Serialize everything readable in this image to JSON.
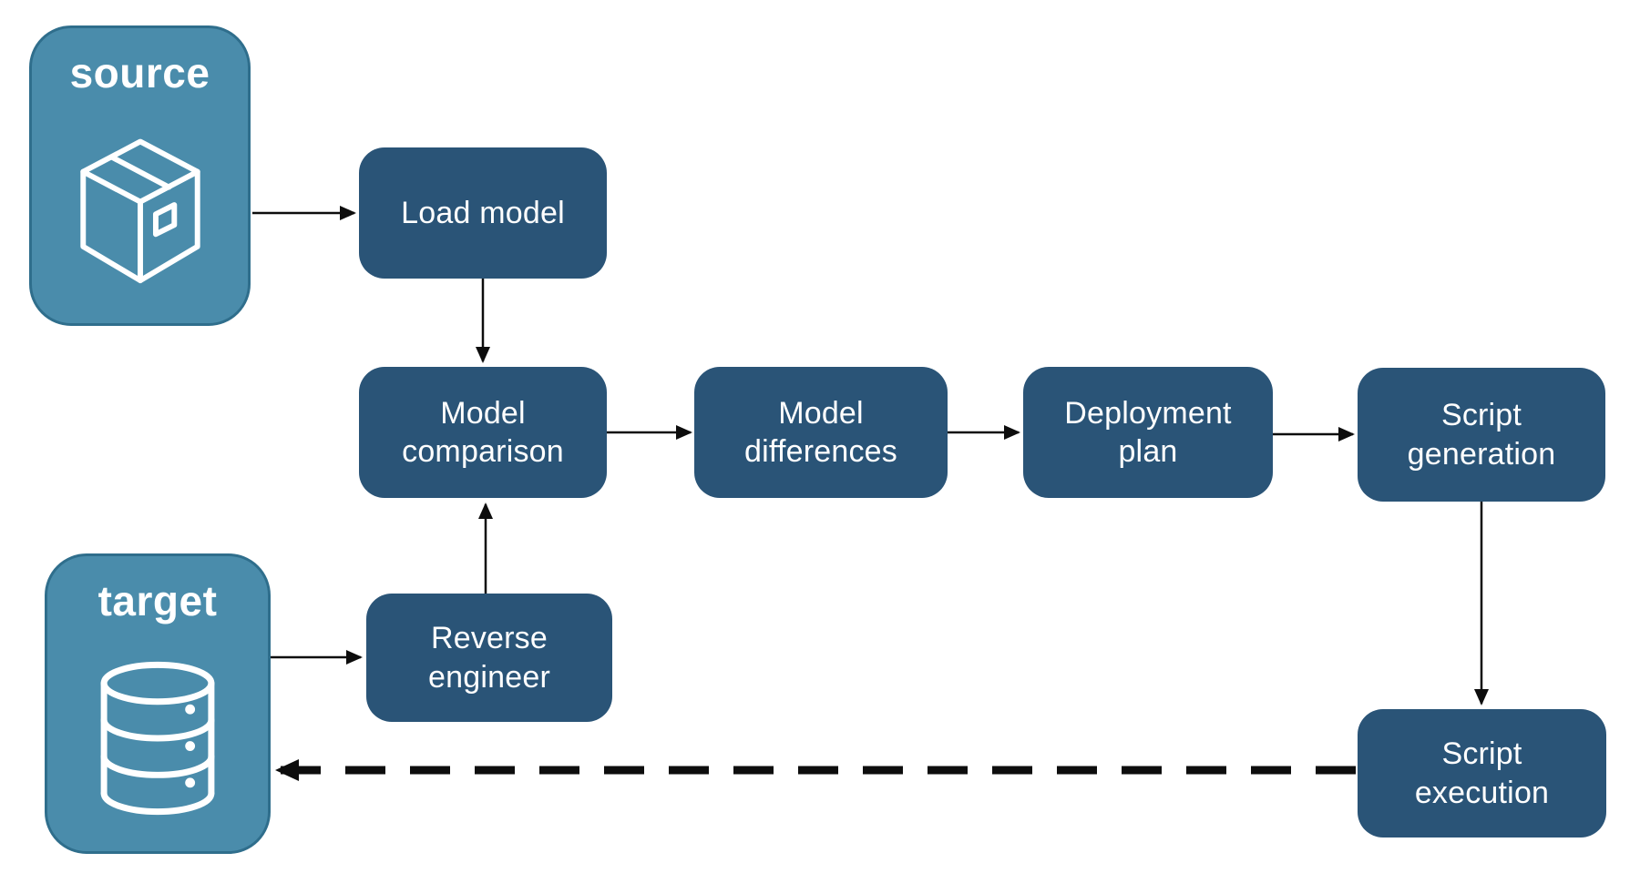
{
  "colors": {
    "node_fill": "#2a5477",
    "entity_fill": "#4a8cab",
    "entity_border": "#2f6e8c",
    "arrow": "#0d0d0d",
    "label": "#ffffff"
  },
  "entities": {
    "source": {
      "label": "source",
      "icon": "package-icon"
    },
    "target": {
      "label": "target",
      "icon": "database-icon"
    }
  },
  "nodes": {
    "load_model": {
      "label": "Load model"
    },
    "model_comparison": {
      "label": "Model comparison"
    },
    "model_differences": {
      "label": "Model differences"
    },
    "deployment_plan": {
      "label": "Deployment plan"
    },
    "script_generation": {
      "label": "Script generation"
    },
    "reverse_engineer": {
      "label": "Reverse engineer"
    },
    "script_execution": {
      "label": "Script execution"
    }
  },
  "edges": [
    {
      "from": "source",
      "to": "load_model",
      "style": "solid"
    },
    {
      "from": "load_model",
      "to": "model_comparison",
      "style": "solid"
    },
    {
      "from": "model_comparison",
      "to": "model_differences",
      "style": "solid"
    },
    {
      "from": "model_differences",
      "to": "deployment_plan",
      "style": "solid"
    },
    {
      "from": "deployment_plan",
      "to": "script_generation",
      "style": "solid"
    },
    {
      "from": "script_generation",
      "to": "script_execution",
      "style": "solid"
    },
    {
      "from": "target",
      "to": "reverse_engineer",
      "style": "solid"
    },
    {
      "from": "reverse_engineer",
      "to": "model_comparison",
      "style": "solid"
    },
    {
      "from": "script_execution",
      "to": "target",
      "style": "dashed"
    }
  ]
}
